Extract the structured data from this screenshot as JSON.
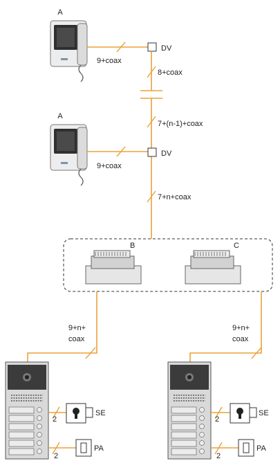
{
  "colors": {
    "wire": "#e8a23a",
    "box": "#333333",
    "text": "#222222"
  },
  "monitors": [
    {
      "label": "A",
      "cable": "9+coax",
      "junction": "DV"
    },
    {
      "label": "A",
      "cable": "9+coax",
      "junction": "DV"
    }
  ],
  "riser_cables": [
    "8+coax",
    "7+(n-1)+coax",
    "7+n+coax"
  ],
  "modules": [
    {
      "label": "B"
    },
    {
      "label": "C"
    }
  ],
  "panels": [
    {
      "cable_line1": "9+n+",
      "cable_line2": "coax",
      "lock": {
        "label": "SE",
        "wires": "2"
      },
      "button": {
        "label": "PA",
        "wires": "2"
      }
    },
    {
      "cable_line1": "9+n+",
      "cable_line2": "coax",
      "lock": {
        "label": "SE",
        "wires": "2"
      },
      "button": {
        "label": "PA",
        "wires": "2"
      }
    }
  ]
}
